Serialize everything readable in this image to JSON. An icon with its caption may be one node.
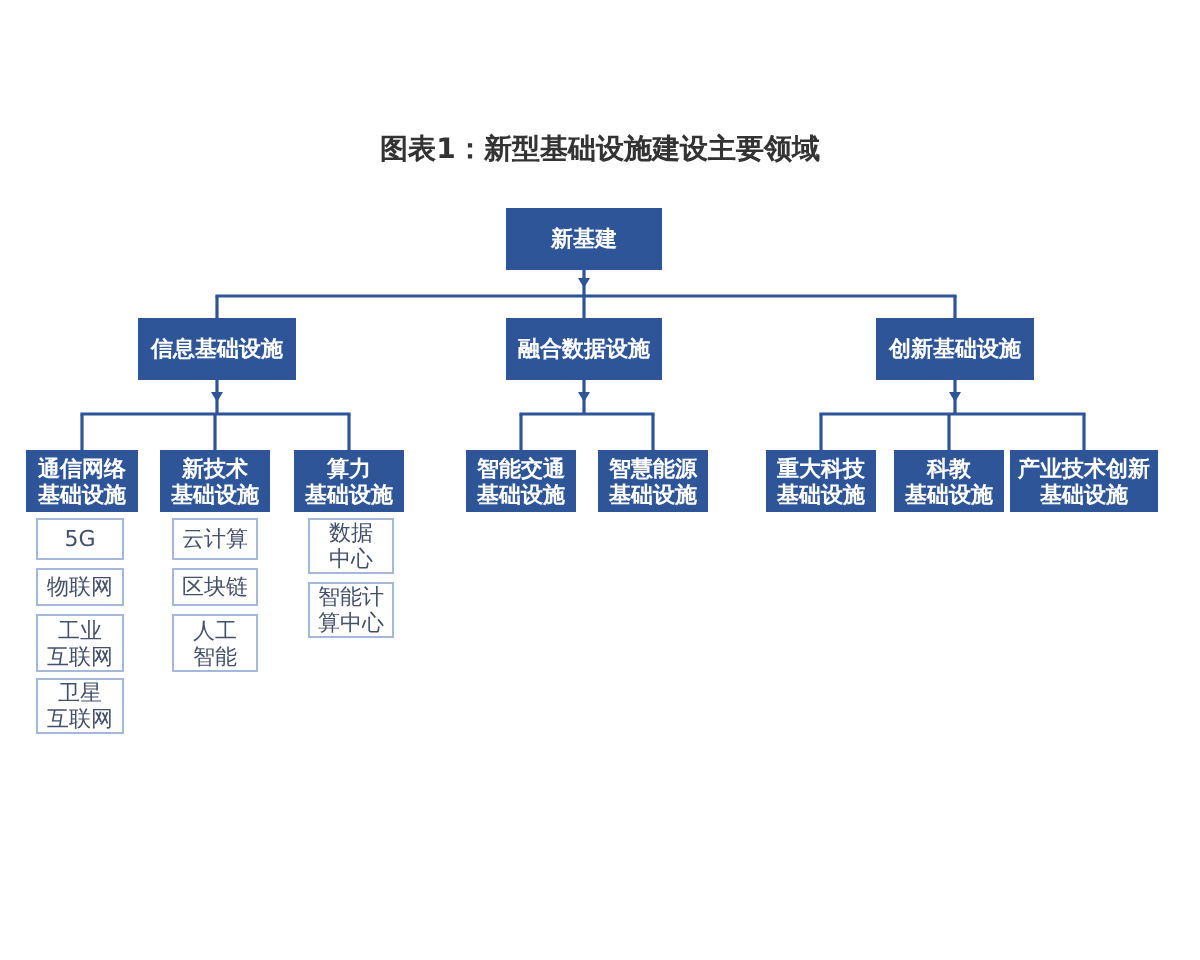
{
  "diagram": {
    "title": "图表1：新型基础设施建设主要领域",
    "nodes": [
      {
        "text": [
          "新基建"
        ]
      },
      {
        "text": [
          "信息基础设施"
        ]
      },
      {
        "text": [
          "融合数据设施"
        ]
      },
      {
        "text": [
          "创新基础设施"
        ]
      },
      {
        "text": [
          "通信网络基础设施"
        ]
      },
      {
        "text": [
          "新技术基础设施"
        ]
      },
      {
        "text": [
          "算力基础设施"
        ]
      },
      {
        "text": [
          "智能交通基础设施"
        ]
      },
      {
        "text": [
          "智慧能源基础设施"
        ]
      },
      {
        "text": [
          "重大科技基础设施"
        ]
      },
      {
        "text": [
          "科教基础设施"
        ]
      },
      {
        "text": [
          "产业技术创新基础设施"
        ]
      },
      {
        "text": [
          "5G"
        ]
      },
      {
        "text": [
          "物联网"
        ]
      },
      {
        "text": [
          "工业互联网"
        ]
      },
      {
        "text": [
          "卫星互联网"
        ]
      },
      {
        "text": [
          "云计算"
        ]
      },
      {
        "text": [
          "区块链"
        ]
      },
      {
        "text": [
          "人工智能"
        ]
      },
      {
        "text": [
          "数据中心"
        ]
      },
      {
        "text": [
          "智能计算中心"
        ]
      }
    ],
    "edges": [
      {
        "from": 0,
        "to": 1,
        "arrow": "to"
      },
      {
        "from": 0,
        "to": 2,
        "arrow": "to"
      },
      {
        "from": 0,
        "to": 3,
        "arrow": "to"
      },
      {
        "from": 1,
        "to": 4,
        "arrow": "to"
      },
      {
        "from": 1,
        "to": 5,
        "arrow": "to"
      },
      {
        "from": 1,
        "to": 6,
        "arrow": "to"
      },
      {
        "from": 2,
        "to": 7,
        "arrow": "to"
      },
      {
        "from": 2,
        "to": 8,
        "arrow": "to"
      },
      {
        "from": 3,
        "to": 9,
        "arrow": "to"
      },
      {
        "from": 3,
        "to": 10,
        "arrow": "to"
      },
      {
        "from": 3,
        "to": 11,
        "arrow": "to"
      }
    ]
  }
}
